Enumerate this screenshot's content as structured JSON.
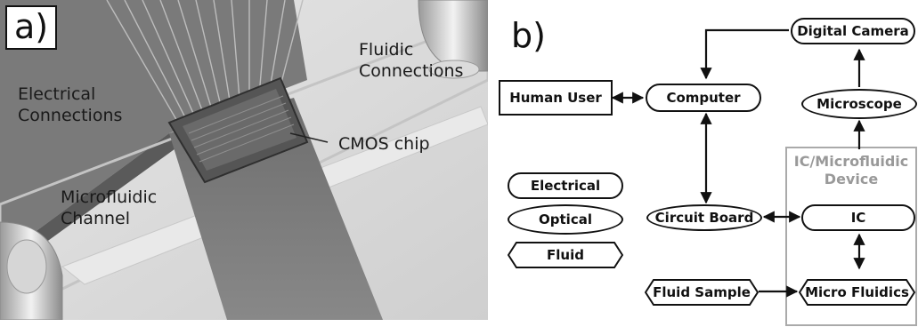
{
  "panel_a": {
    "tag": "a)",
    "labels": {
      "electrical": "Electrical\nConnections",
      "fluidic": "Fluidic\nConnections",
      "cmos": "CMOS chip",
      "microfluidic": "Microfluidic\nChannel"
    }
  },
  "panel_b": {
    "tag": "b)",
    "nodes": {
      "digital_camera": "Digital Camera",
      "human_user": "Human User",
      "computer": "Computer",
      "microscope": "Microscope",
      "device": "IC/Microfluidic\nDevice",
      "circuit_board": "Circuit Board",
      "ic": "IC",
      "fluid_sample": "Fluid Sample",
      "micro_fluidics": "Micro Fluidics"
    },
    "legend": {
      "electrical": "Electrical",
      "optical": "Optical",
      "fluid": "Fluid"
    }
  }
}
